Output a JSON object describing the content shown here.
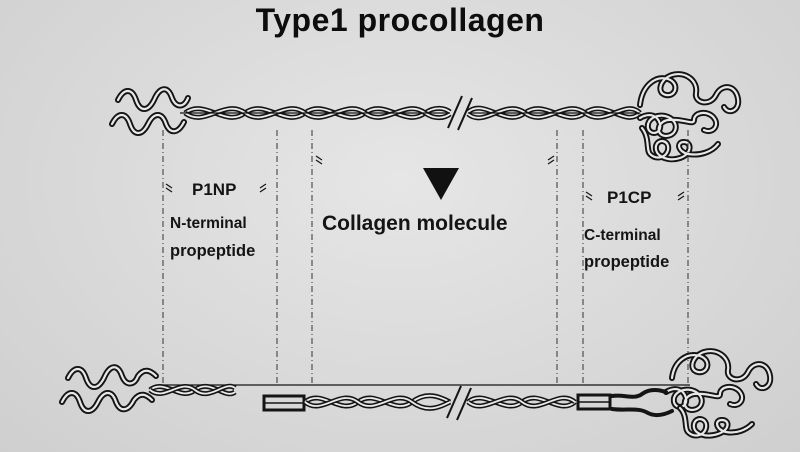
{
  "title": "Type1 procollagen",
  "labels": {
    "p1np": "P1NP",
    "n_terminal": "N-terminal",
    "n_propeptide": "propeptide",
    "collagen_molecule": "Collagen molecule",
    "p1cp": "P1CP",
    "c_terminal": "C-terminal",
    "c_propeptide": "propeptide"
  },
  "icons": {
    "cleavage_arrow": "down-triangle-icon",
    "break_mark": "break-slash-icon"
  },
  "colors": {
    "ink": "#141414",
    "paper": "#d9d9d9"
  }
}
